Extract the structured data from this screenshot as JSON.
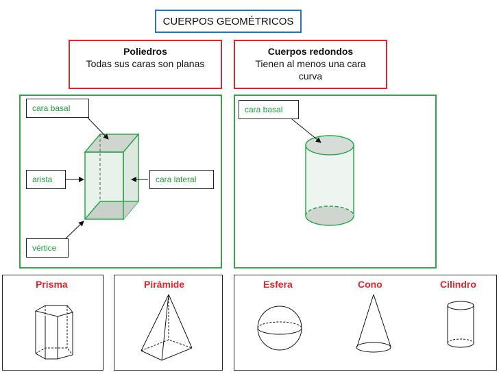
{
  "title": "CUERPOS GEOMÉTRICOS",
  "categories": {
    "poliedros": {
      "heading": "Poliedros",
      "description": "Todas sus caras son planas"
    },
    "redondos": {
      "heading": "Cuerpos redondos",
      "description_line1": "Tienen al menos una cara",
      "description_line2": "curva"
    }
  },
  "poliedro_labels": {
    "cara_basal": "cara basal",
    "arista": "arista",
    "cara_lateral": "cara lateral",
    "vertice": "vértice"
  },
  "redondo_labels": {
    "cara_basal": "cara basal"
  },
  "shapes": {
    "prisma": "Prisma",
    "piramide": "Pirámide",
    "esfera": "Esfera",
    "cono": "Cono",
    "cilindro": "Cilindro"
  },
  "colors": {
    "title_border": "#2f6fb3",
    "category_border": "#e0262d",
    "panel_border": "#2aa84a",
    "label_text": "#1f9e3c",
    "shape_name": "#e0262d"
  }
}
